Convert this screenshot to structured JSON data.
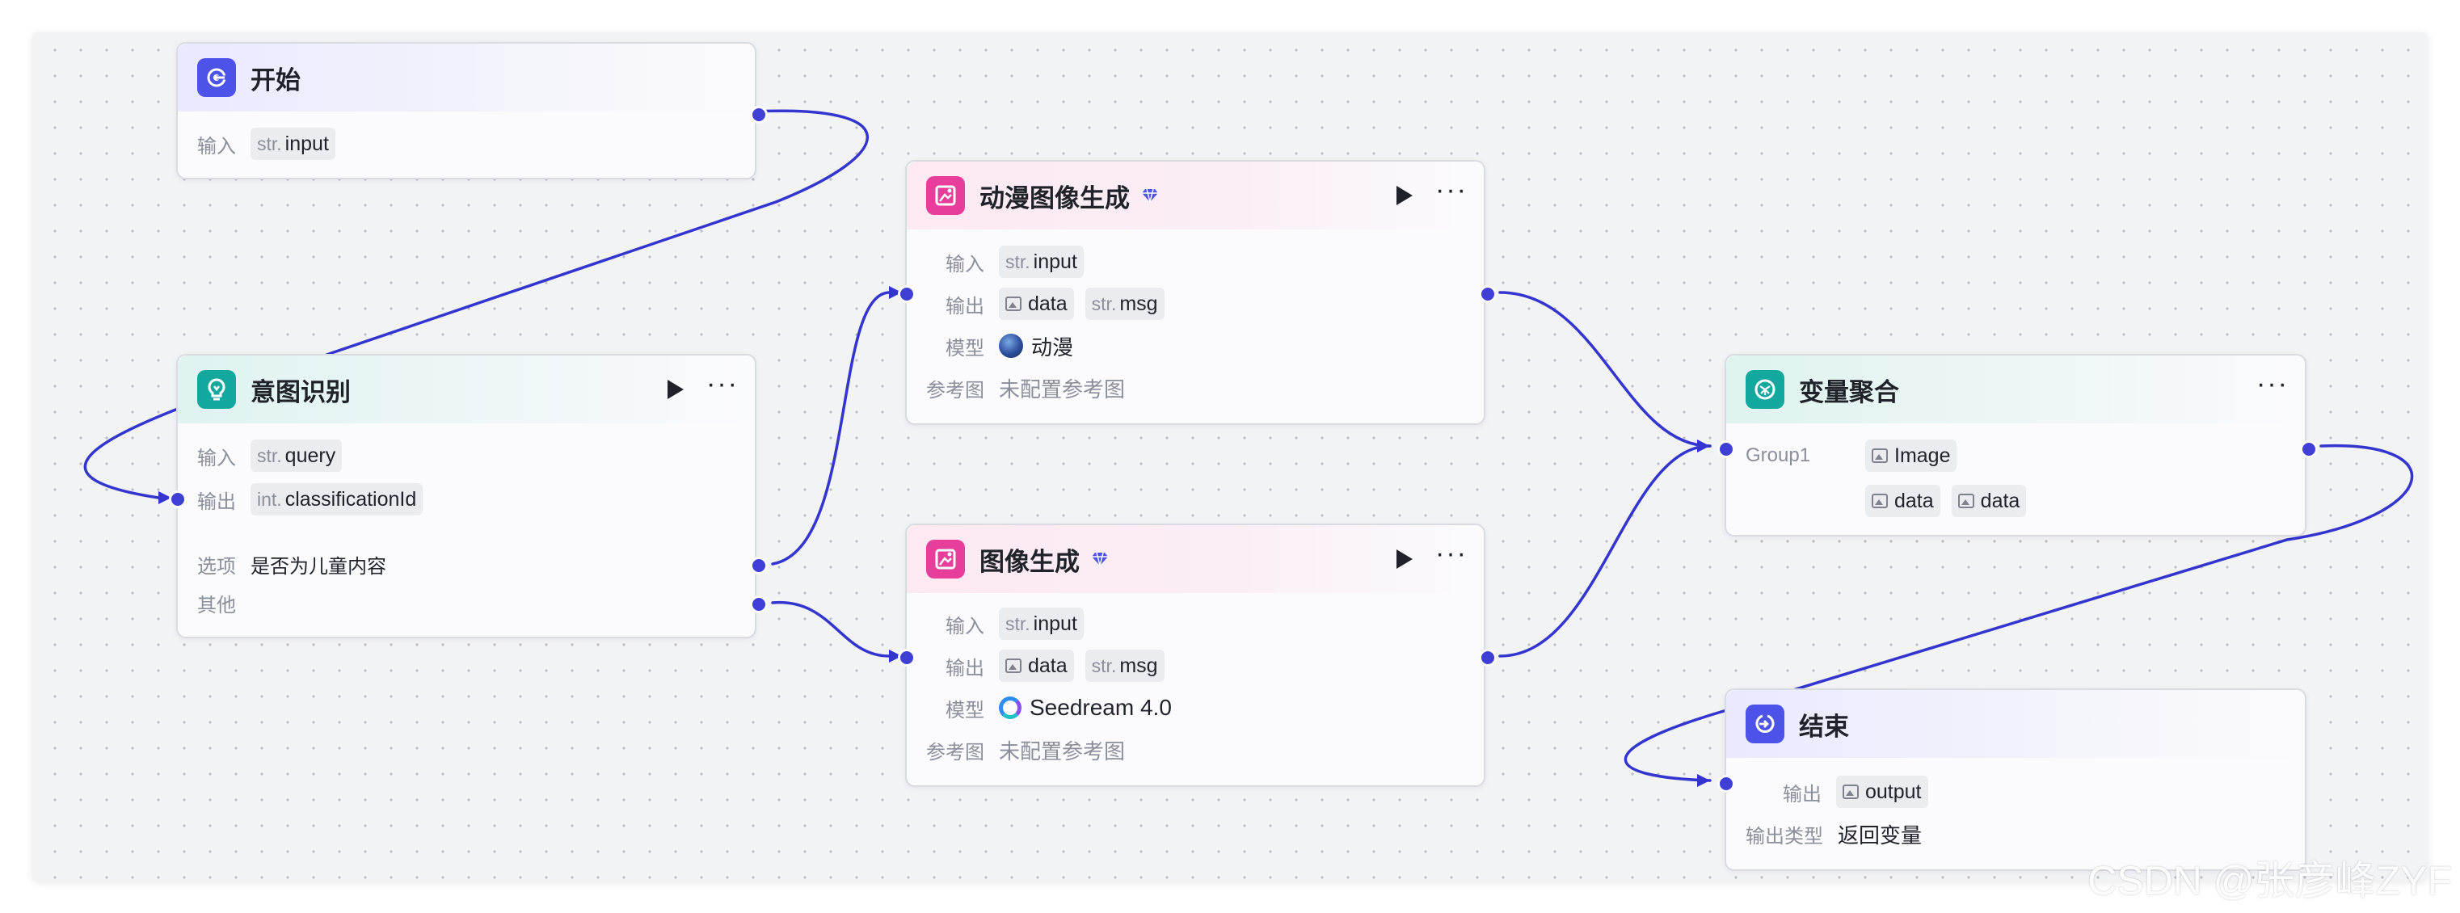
{
  "nodes": {
    "start": {
      "title": "开始",
      "input_label": "输入",
      "input_type": "str.",
      "input_name": "input"
    },
    "intent": {
      "title": "意图识别",
      "input_label": "输入",
      "input_type": "str.",
      "input_name": "query",
      "output_label": "输出",
      "output_type": "int.",
      "output_name": "classificationId",
      "option_label": "选项",
      "option_value": "是否为儿童内容",
      "other_label": "其他"
    },
    "anime": {
      "title": "动漫图像生成",
      "input_label": "输入",
      "input_type": "str.",
      "input_name": "input",
      "output_label": "输出",
      "output_1": "data",
      "output_2_type": "str.",
      "output_2": "msg",
      "model_label": "模型",
      "model_value": "动漫",
      "ref_label": "参考图",
      "ref_value": "未配置参考图"
    },
    "image": {
      "title": "图像生成",
      "input_label": "输入",
      "input_type": "str.",
      "input_name": "input",
      "output_label": "输出",
      "output_1": "data",
      "output_2_type": "str.",
      "output_2": "msg",
      "model_label": "模型",
      "model_value": "Seedream 4.0",
      "ref_label": "参考图",
      "ref_value": "未配置参考图"
    },
    "aggregate": {
      "title": "变量聚合",
      "group_label": "Group1",
      "group_var": "Image",
      "vars": [
        "data",
        "data"
      ]
    },
    "end": {
      "title": "结束",
      "output_label": "输出",
      "output_name": "output",
      "type_label": "输出类型",
      "type_value": "返回变量"
    }
  },
  "watermark": "CSDN @张彦峰ZYF",
  "colors": {
    "accent": "#4d53e8",
    "wire": "#3434cf",
    "teal": "#13a89e",
    "pink": "#e73d9b",
    "canvas": "#f2f3f5"
  },
  "icons": {
    "start": "start-icon",
    "intent": "lightbulb-icon",
    "anime": "image-generate-icon",
    "image": "image-generate-icon",
    "aggregate": "aggregate-icon",
    "end": "end-icon"
  }
}
